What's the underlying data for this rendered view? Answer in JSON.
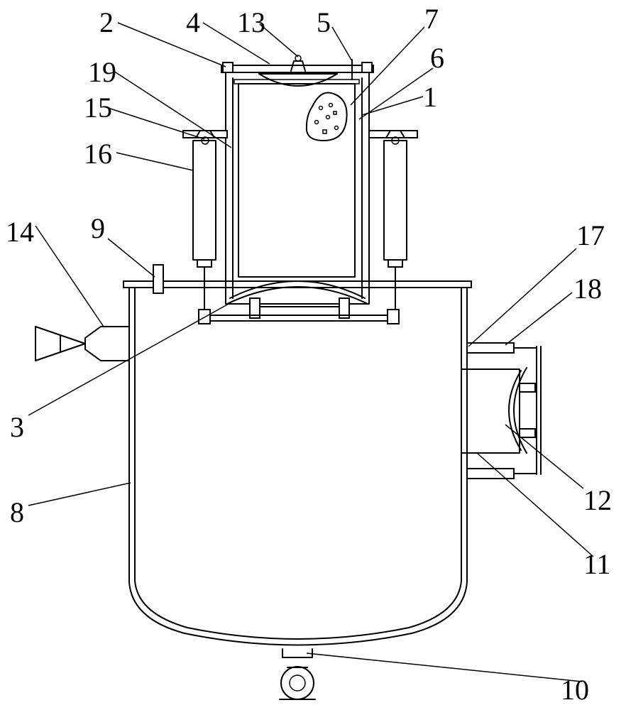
{
  "labels": [
    {
      "id": "l1",
      "text": "1"
    },
    {
      "id": "l2",
      "text": "2"
    },
    {
      "id": "l3",
      "text": "3"
    },
    {
      "id": "l4",
      "text": "4"
    },
    {
      "id": "l5",
      "text": "5"
    },
    {
      "id": "l6",
      "text": "6"
    },
    {
      "id": "l7",
      "text": "7"
    },
    {
      "id": "l8",
      "text": "8"
    },
    {
      "id": "l9",
      "text": "9"
    },
    {
      "id": "l10",
      "text": "10"
    },
    {
      "id": "l11",
      "text": "11"
    },
    {
      "id": "l12",
      "text": "12"
    },
    {
      "id": "l13",
      "text": "13"
    },
    {
      "id": "l14",
      "text": "14"
    },
    {
      "id": "l15",
      "text": "15"
    },
    {
      "id": "l16",
      "text": "16"
    },
    {
      "id": "l17",
      "text": "17"
    },
    {
      "id": "l18",
      "text": "18"
    },
    {
      "id": "l19",
      "text": "19"
    }
  ]
}
